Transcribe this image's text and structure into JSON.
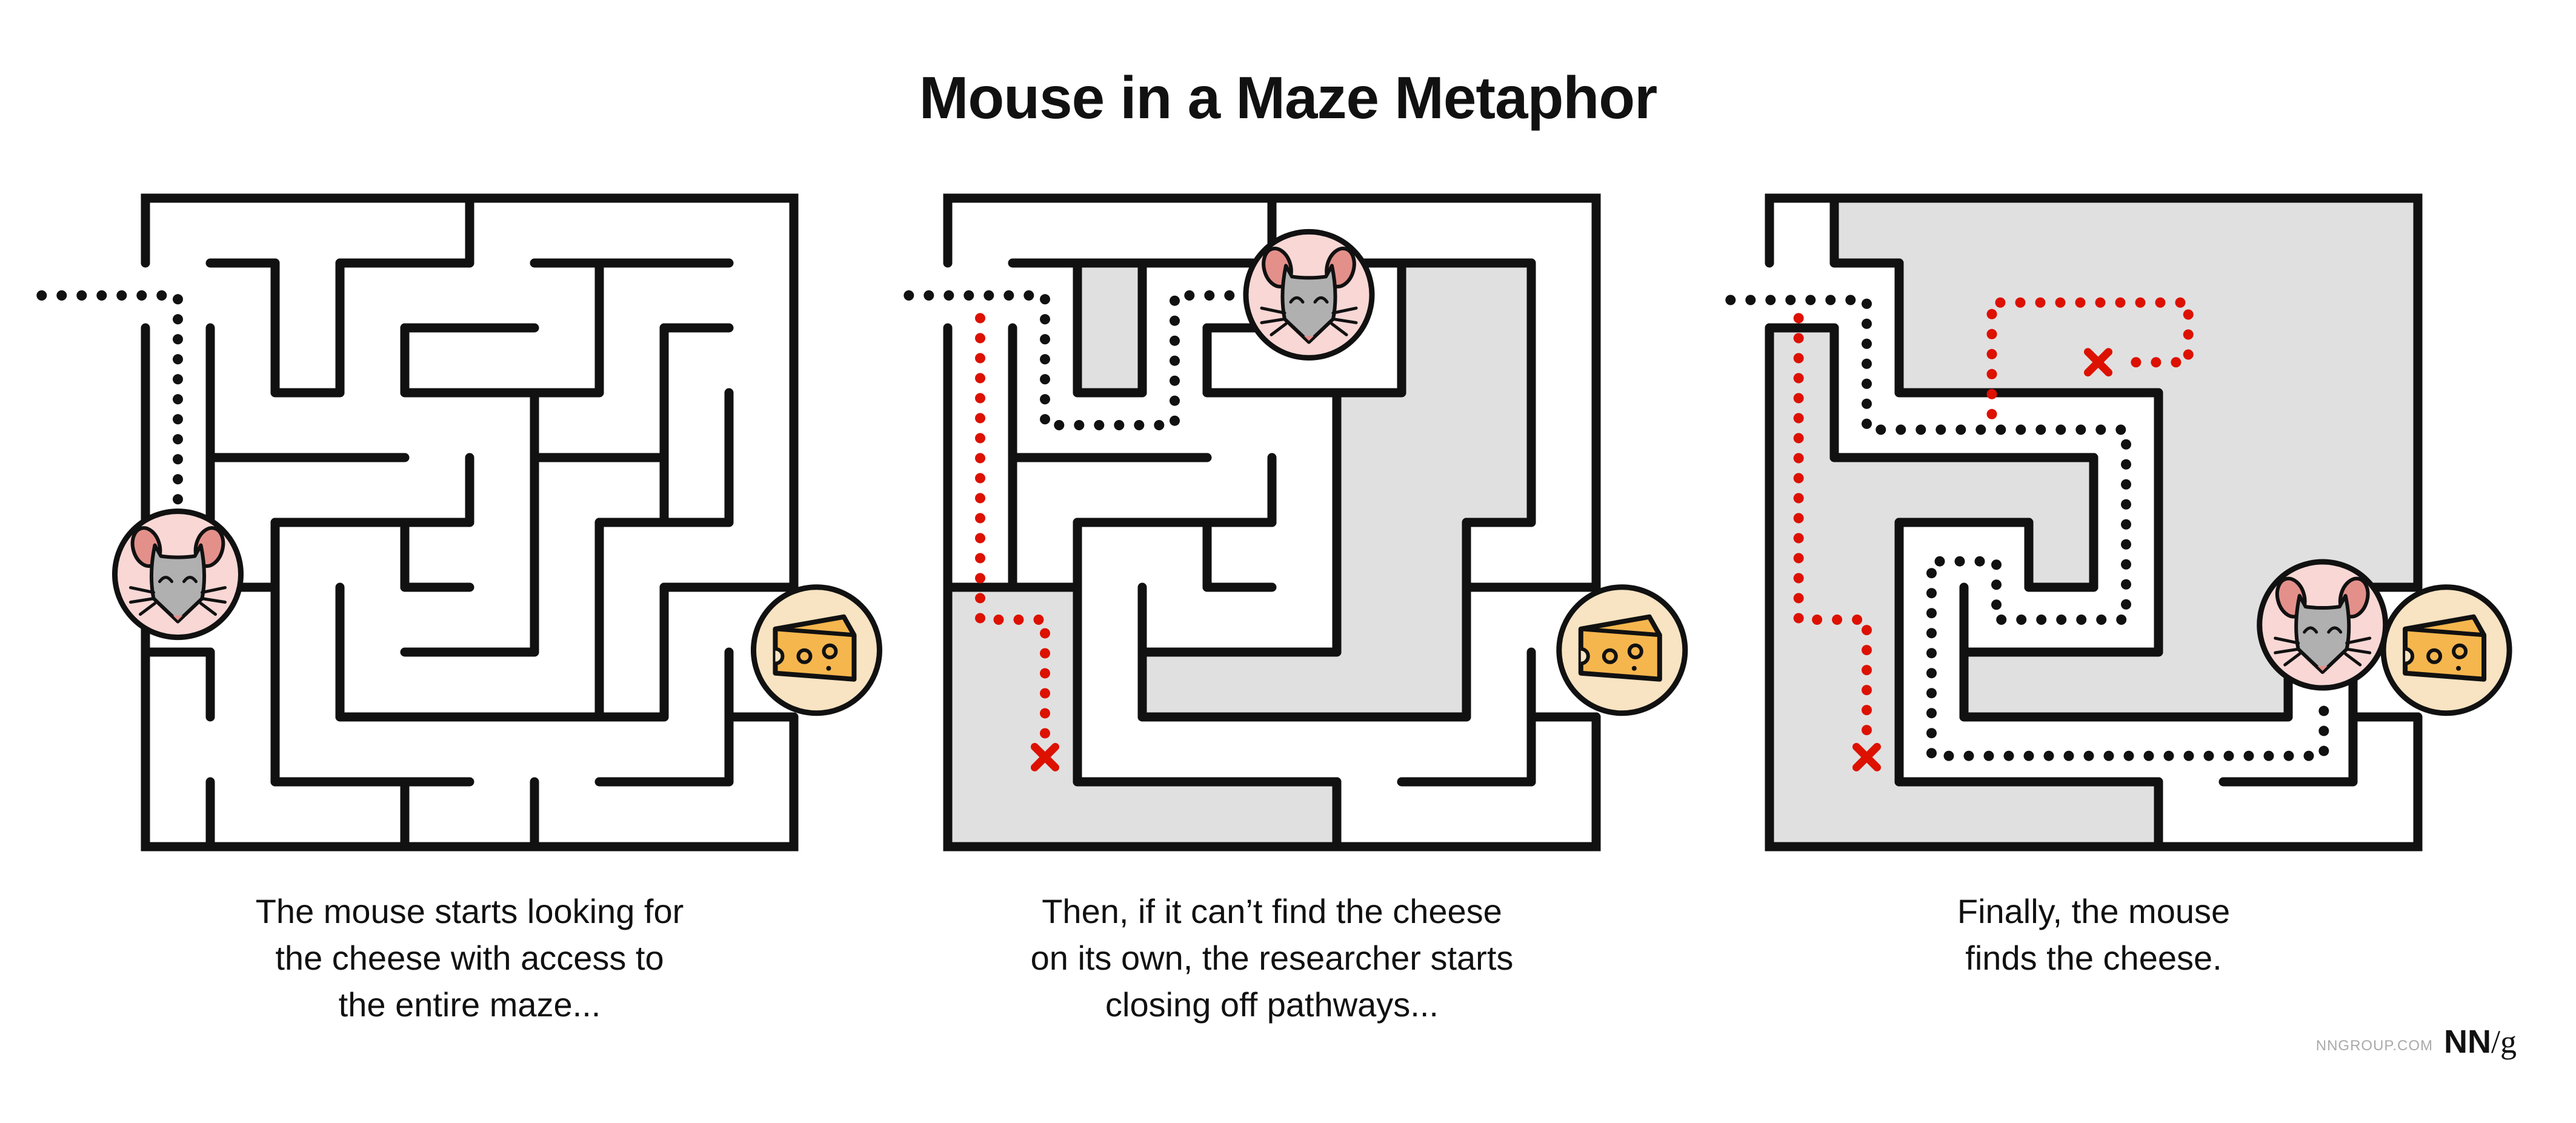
{
  "title": "Mouse in a Maze Metaphor",
  "panels": [
    {
      "caption": [
        "The mouse starts looking for",
        "the cheese with access to",
        "the entire maze..."
      ]
    },
    {
      "caption": [
        "Then, if it can’t find the cheese",
        "on its own, the researcher starts",
        "closing off pathways..."
      ]
    },
    {
      "caption": [
        "Finally, the mouse",
        "finds the cheese."
      ]
    }
  ],
  "footer": {
    "site": "NNGROUP.COM",
    "logo_bold": "NN",
    "logo_rest": "/g"
  },
  "colors": {
    "wall": "#111111",
    "closed_off": "#e0e0e0",
    "path_tried": "#111111",
    "path_failed": "#dd1100",
    "mouse_bg": "#f8d7d5",
    "cheese_bg": "#f8e3c2",
    "cheese": "#f6b64e"
  }
}
